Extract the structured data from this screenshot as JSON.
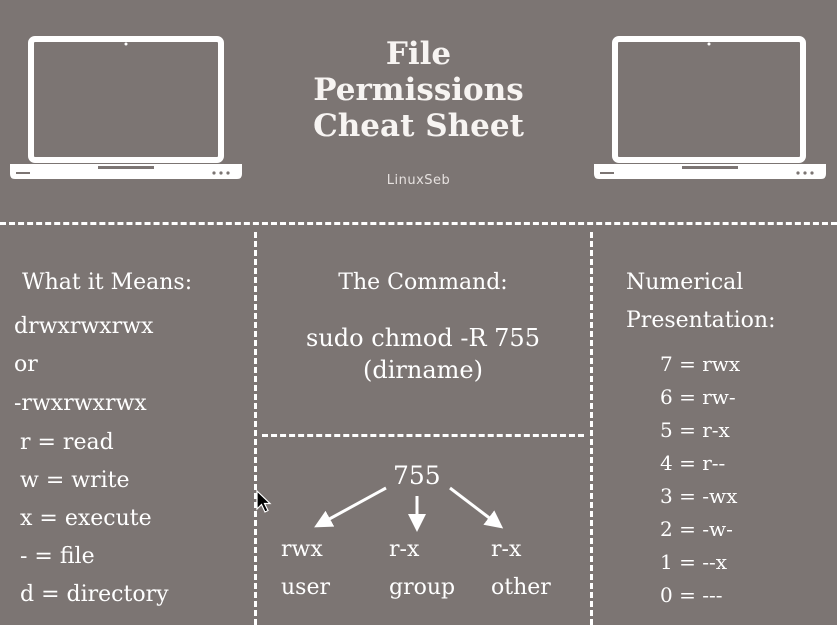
{
  "header": {
    "title_lines": [
      "File",
      "Permissions",
      "Cheat Sheet"
    ],
    "brand": "LinuxSeb"
  },
  "meanings": {
    "title": "What it Means:",
    "lines": [
      "drwxrwxrwx",
      "or",
      "-rwxrwxrwx",
      "r = read",
      "w = write",
      "x = execute",
      "- = file",
      "d = directory"
    ]
  },
  "command": {
    "title": "The Command:",
    "lines": [
      "sudo chmod -R 755",
      "(dirname)"
    ]
  },
  "diagram": {
    "number": "755",
    "groups": [
      {
        "perm": "rwx",
        "label": "user"
      },
      {
        "perm": "r-x",
        "label": "group"
      },
      {
        "perm": "r-x",
        "label": "other"
      }
    ]
  },
  "numeric": {
    "title_lines": [
      "Numerical",
      "Presentation:"
    ],
    "entries": [
      "7 = rwx",
      "6 = rw-",
      "5 = r-x",
      "4 = r--",
      "3 = -wx",
      "2 = -w-",
      "1 = --x",
      "0 = ---"
    ]
  },
  "icons": {
    "left_laptop": "laptop-icon",
    "right_laptop": "laptop-icon",
    "cursor": "mouse-cursor-icon"
  },
  "colors": {
    "background": "#7c7573",
    "text": "#ffffff"
  }
}
